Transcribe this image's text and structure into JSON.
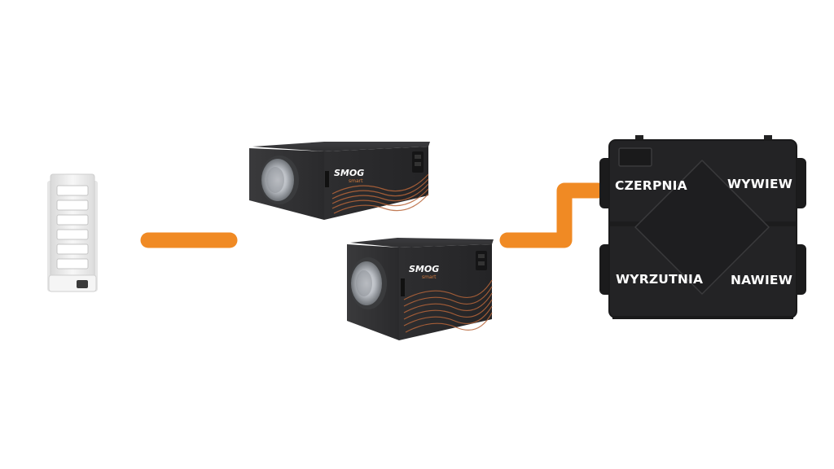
{
  "colors": {
    "connector": "#f08a24",
    "unit_body": "#2b2b2d",
    "unit_dark": "#1e1e20",
    "accent_waves": "#b8663a",
    "grille": "#f2f2f2"
  },
  "filter_unit_top": {
    "brand": "SMOG",
    "sub": "smart"
  },
  "filter_unit_bottom": {
    "brand": "SMOG",
    "sub": "smart"
  },
  "recuperator": {
    "ports": {
      "top_left": "CZERPNIA",
      "top_right": "WYWIEW",
      "bottom_left": "WYRZUTNIA",
      "bottom_right": "NAWIEW"
    }
  }
}
